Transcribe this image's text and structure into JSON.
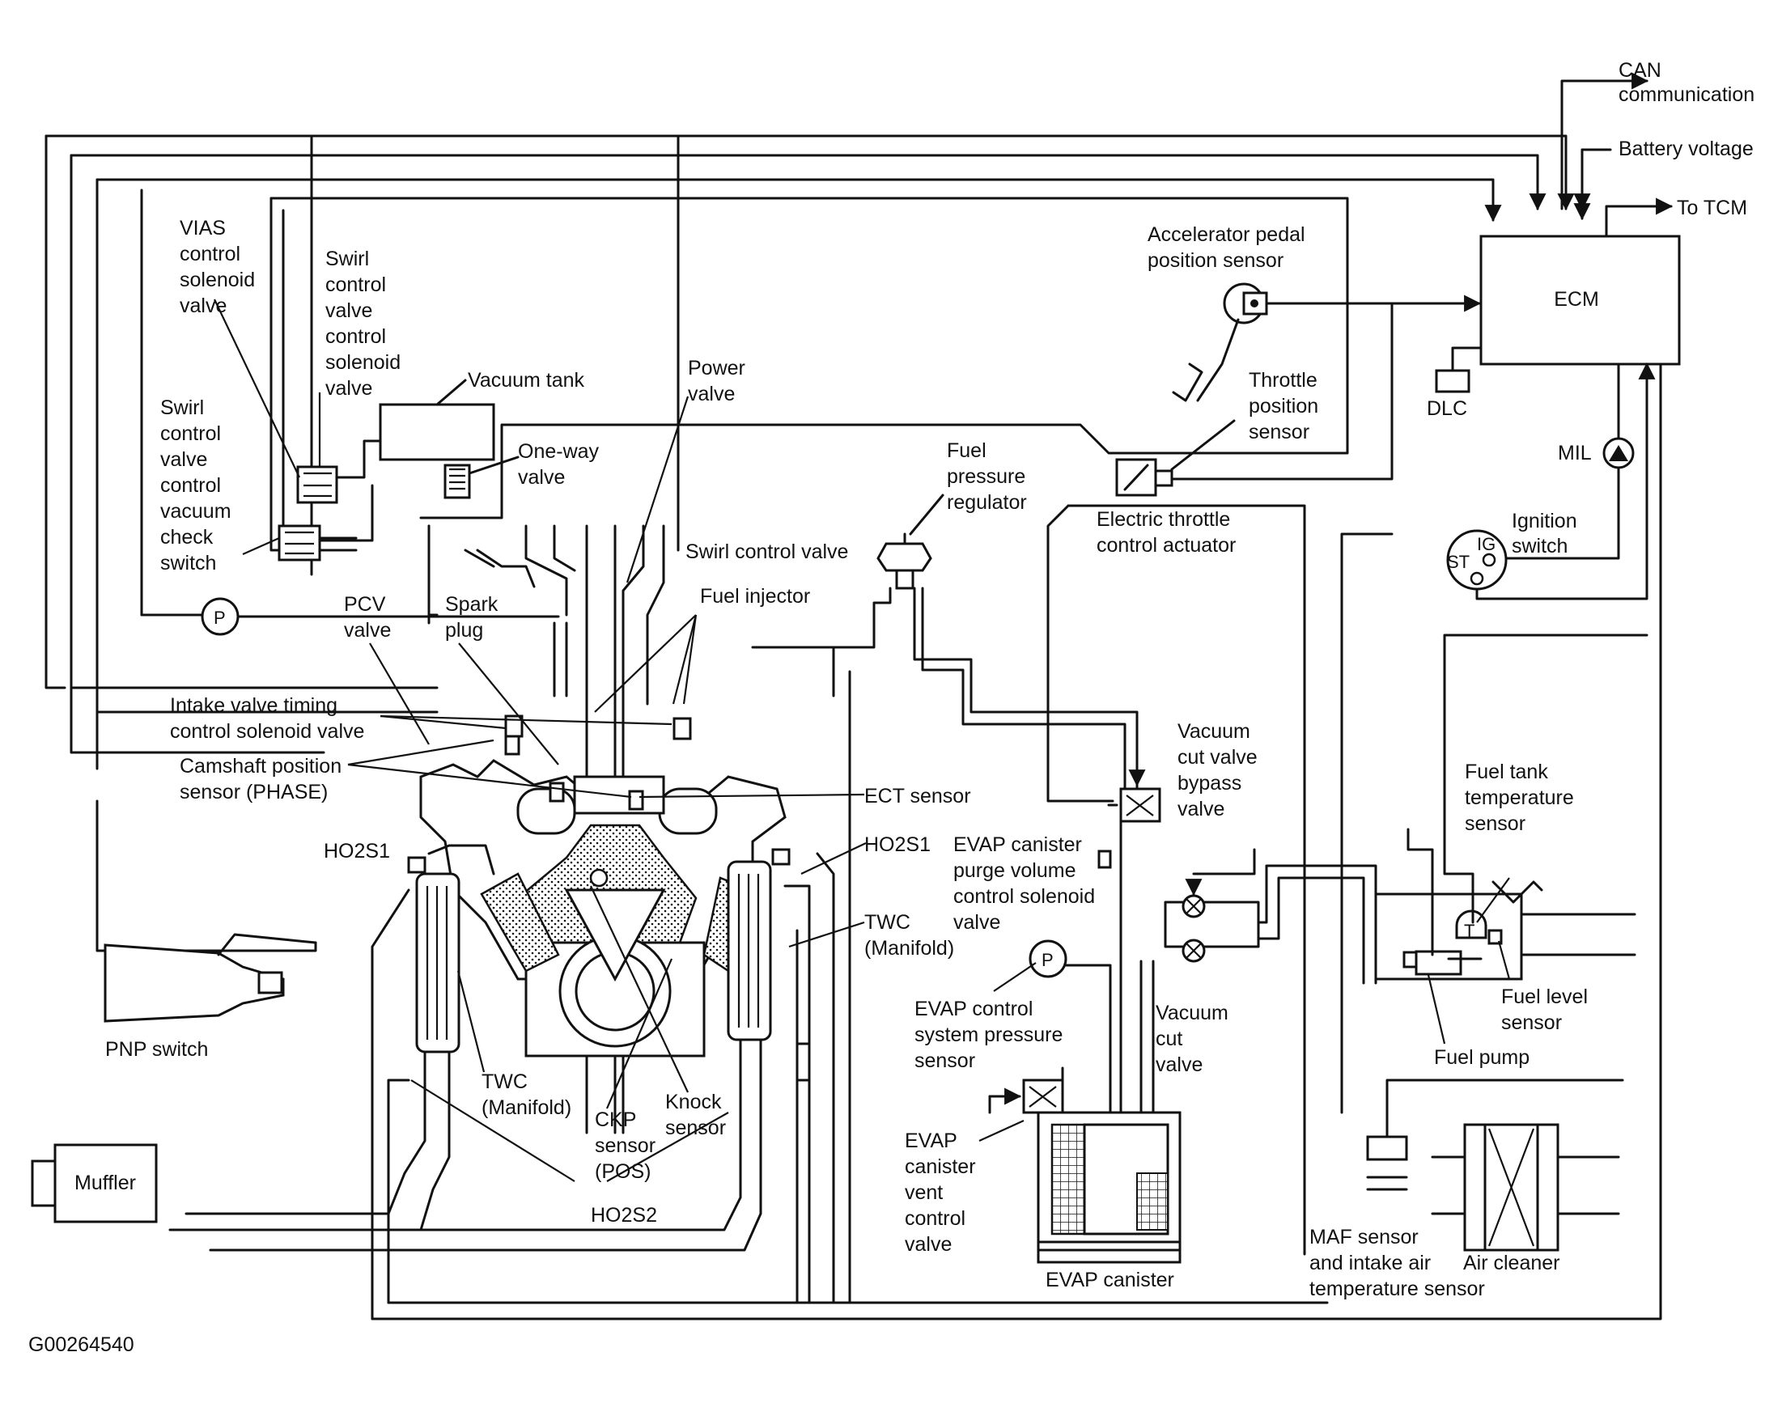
{
  "figure_id": "G00264540",
  "labels": {
    "can": "CAN",
    "communication": "communication",
    "battery_voltage": "Battery voltage",
    "to_tcm": "To TCM",
    "ecm": "ECM",
    "dlc": "DLC",
    "mil": "MIL",
    "ignition": "Ignition",
    "switch": "switch",
    "ig": "IG",
    "st": "ST",
    "accel_1": "Accelerator pedal",
    "accel_2": "position sensor",
    "throttle_1": "Throttle",
    "throttle_2": "position",
    "throttle_3": "sensor",
    "etc_1": "Electric throttle",
    "etc_2": "control actuator",
    "fpr_1": "Fuel",
    "fpr_2": "pressure",
    "fpr_3": "regulator",
    "vias_1": "VIAS",
    "vias_2": "control",
    "vias_3": "solenoid",
    "vias_4": "valve",
    "swcv_1": "Swirl",
    "swcv_2": "control",
    "swcv_3": "valve",
    "swcv_4": "control",
    "swcv_5": "solenoid",
    "swcv_6": "valve",
    "swcs_1": "Swirl",
    "swcs_2": "control",
    "swcs_3": "valve",
    "swcs_4": "control",
    "swcs_5": "vacuum",
    "swcs_6": "check",
    "swcs_7": "switch",
    "vacuum_tank": "Vacuum tank",
    "power_1": "Power",
    "power_2": "valve",
    "oneway_1": "One-way",
    "oneway_2": "valve",
    "swirl_valve": "Swirl control valve",
    "fuel_injector": "Fuel injector",
    "pcv_1": "PCV",
    "pcv_2": "valve",
    "spark_1": "Spark",
    "spark_2": "plug",
    "ivt_1": "Intake valve timing",
    "ivt_2": "control solenoid valve",
    "cmp_1": "Camshaft position",
    "cmp_2": "sensor (PHASE)",
    "ect": "ECT sensor",
    "ho2s1_l": "HO2S1",
    "ho2s1_r": "HO2S1",
    "twc_r1": "TWC",
    "twc_r2": "(Manifold)",
    "twc_l1": "TWC",
    "twc_l2": "(Manifold)",
    "ckp_1": "CKP",
    "ckp_2": "sensor",
    "ckp_3": "(POS)",
    "knock_1": "Knock",
    "knock_2": "sensor",
    "ho2s2": "HO2S2",
    "pnp": "PNP switch",
    "muffler": "Muffler",
    "vcbv_1": "Vacuum",
    "vcbv_2": "cut valve",
    "vcbv_3": "bypass",
    "vcbv_4": "valve",
    "purge_1": "EVAP canister",
    "purge_2": "purge volume",
    "purge_3": "control solenoid",
    "purge_4": "valve",
    "evpress_1": "EVAP control",
    "evpress_2": "system pressure",
    "evpress_3": "sensor",
    "vcv_1": "Vacuum",
    "vcv_2": "cut",
    "vcv_3": "valve",
    "vent_1": "EVAP",
    "vent_2": "canister",
    "vent_3": "vent",
    "vent_4": "control",
    "vent_5": "valve",
    "canister": "EVAP canister",
    "ftt_1": "Fuel tank",
    "ftt_2": "temperature",
    "ftt_3": "sensor",
    "fls_1": "Fuel level",
    "fls_2": "sensor",
    "fuel_pump": "Fuel pump",
    "maf_1": "MAF sensor",
    "maf_2": "and intake air",
    "maf_3": "temperature sensor",
    "air_cleaner": "Air cleaner",
    "p_sym": "P",
    "t_sym": "T"
  }
}
